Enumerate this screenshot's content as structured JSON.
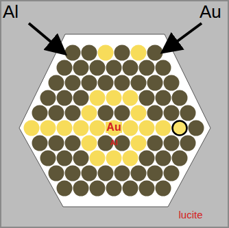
{
  "diagram": {
    "labels": [
      "Al",
      "Au",
      "Au",
      "Al",
      "lucite"
    ]
  }
}
